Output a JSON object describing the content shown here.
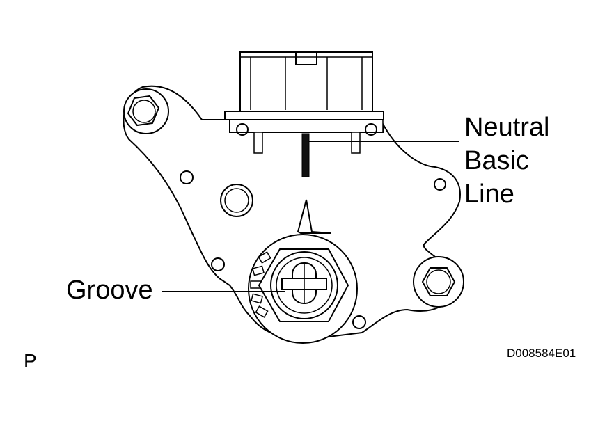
{
  "labels": {
    "neutral": "Neutral",
    "basic": "Basic",
    "line": "Line",
    "groove": "Groove",
    "position": "P",
    "figure_code": "D008584E01"
  }
}
